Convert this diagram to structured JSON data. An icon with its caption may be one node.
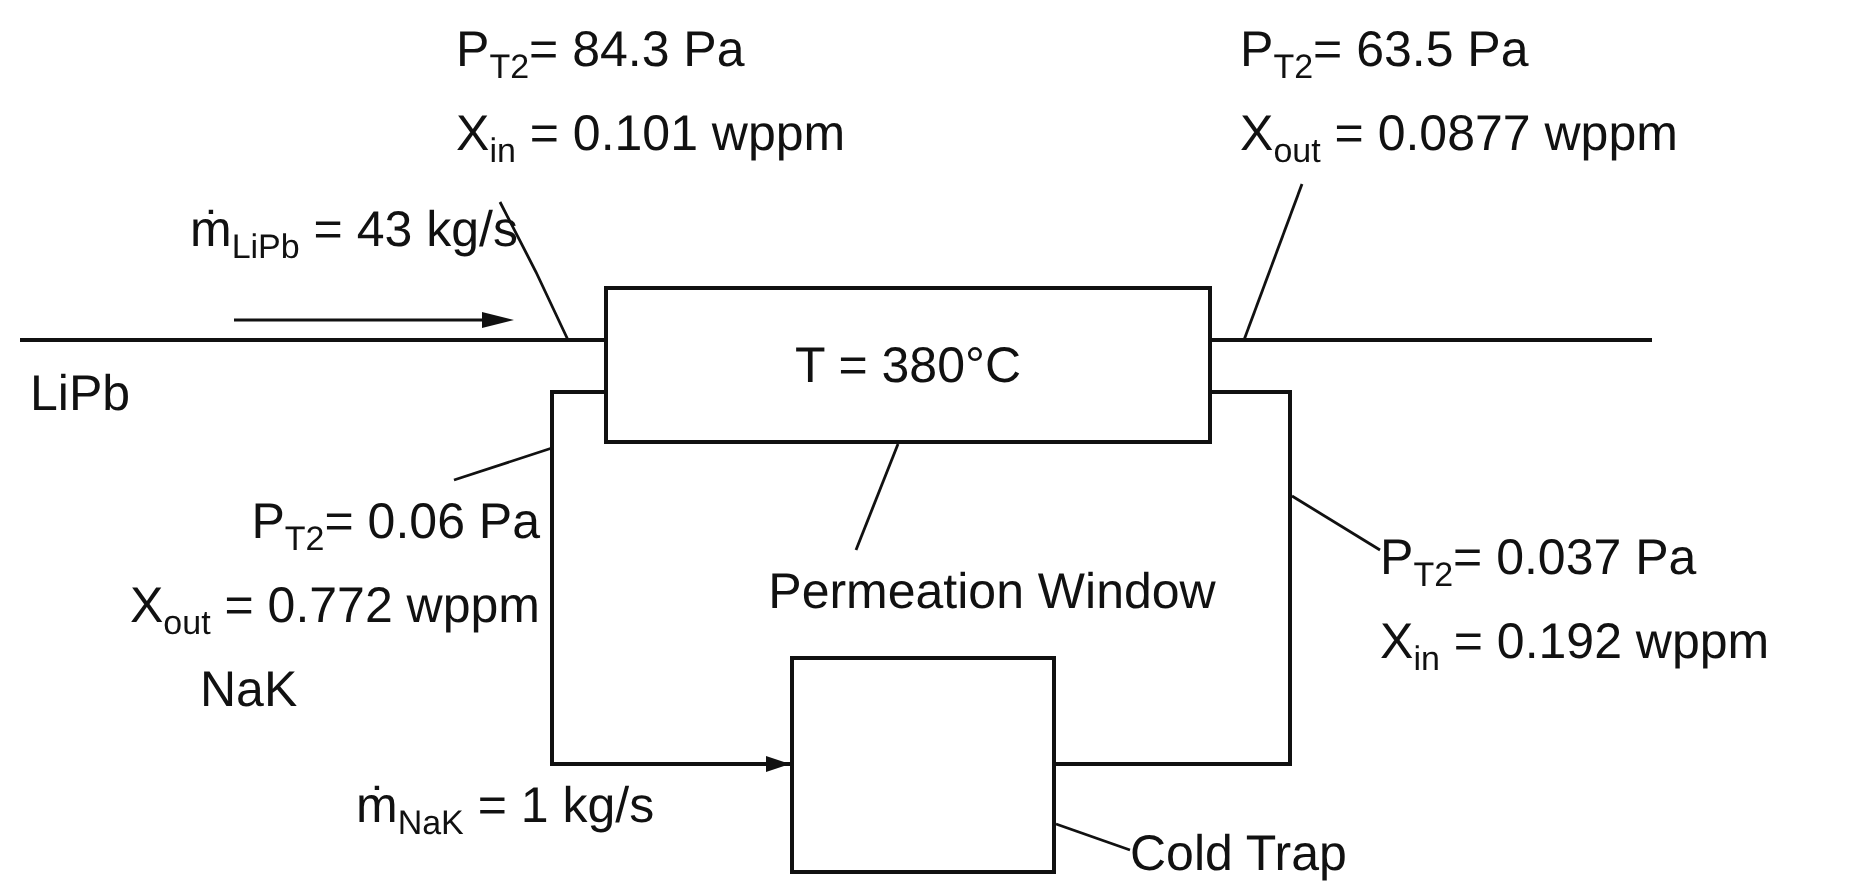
{
  "diagram": {
    "nodes": [
      {
        "text": [
          "P$_{T2}$= 84.3 Pa",
          "X$_{in}$ = 0.101 wppm"
        ]
      },
      {
        "text": [
          "P$_{T2}$= 63.5 Pa",
          "X$_{out}$ = 0.0877 wppm"
        ]
      },
      {
        "text": [
          "T = 380°C"
        ]
      },
      {
        "text": [
          "P$_{T2}$= 0.06 Pa",
          "X$_{out}$ = 0.772 wppm"
        ]
      },
      {
        "text": [
          "Permeation Window"
        ]
      },
      {
        "text": [
          "P$_{T2}$= 0.037 Pa",
          "X$_{in}$ = 0.192 wppm"
        ]
      },
      {
        "text": [],
        "shape": "box"
      },
      {
        "text": [
          "Cold Trap"
        ]
      }
    ],
    "edges": [
      {
        "from": null,
        "to": 2,
        "arrow": "none"
      },
      {
        "from": 2,
        "to": null,
        "arrow": "none"
      },
      {
        "from": 2,
        "to": 6,
        "arrow": "to"
      },
      {
        "from": 6,
        "to": 2,
        "arrow": "none"
      },
      {
        "from": 4,
        "to": 2,
        "arrow": "none"
      },
      {
        "from": 7,
        "to": 6,
        "arrow": "none"
      },
      {
        "from": 0,
        "to": null,
        "arrow": "none"
      },
      {
        "from": 1,
        "to": null,
        "arrow": "none"
      },
      {
        "from": 3,
        "to": null,
        "arrow": "none"
      },
      {
        "from": 5,
        "to": null,
        "arrow": "none"
      }
    ],
    "labels": [
      "ṁ$_{LiPb}$ = 43 kg/s",
      "LiPb",
      "NaK",
      "ṁ$_{NaK}$ = 1 kg/s"
    ]
  }
}
